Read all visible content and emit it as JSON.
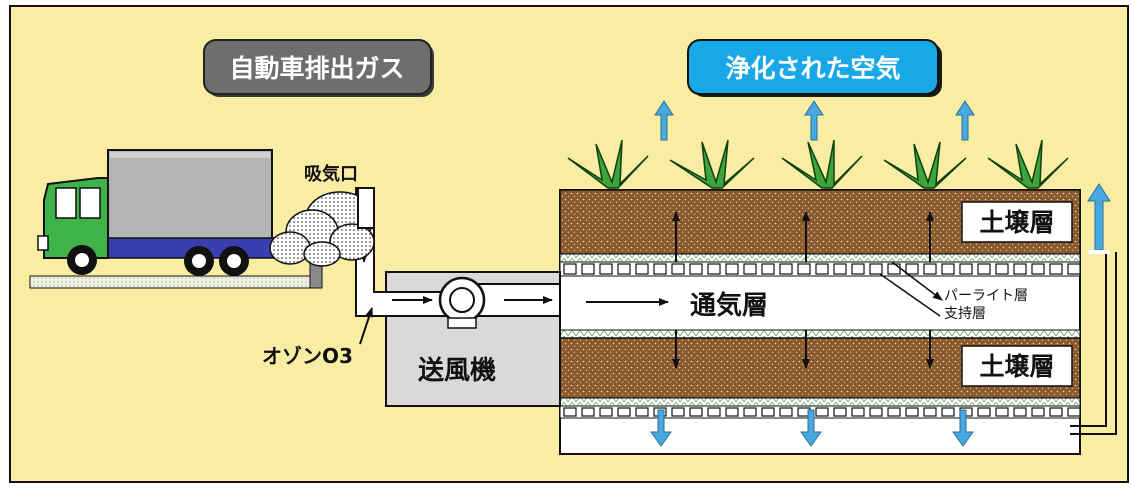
{
  "labels": {
    "exhaust": "自動車排出ガス",
    "clean_air": "浄化された空気",
    "intake": "吸気口",
    "ozone": "オゾンO3",
    "blower": "送風機",
    "aeration_layer": "通気層",
    "soil_layer_top": "土壌層",
    "soil_layer_bottom": "土壌層",
    "perlite_layer": "パーライト層",
    "support_layer": "支持層"
  },
  "colors": {
    "background": "#f9eda4",
    "soil": "#8a5a2e",
    "soil_speckle": "#e8d9b0",
    "blue_arrow": "#48a8e0",
    "exhaust_badge": "#6e6e6e",
    "clean_badge": "#18a8e8",
    "truck_cab": "#3fb34a",
    "truck_box": "#b4b4b4",
    "truck_chassis": "#3a3fb0",
    "plant": "#3da33a",
    "blower_box": "#d9d9d9"
  },
  "icons": [
    "truck-icon",
    "smoke-cloud-icon",
    "blower-fan-icon",
    "plant-icon"
  ]
}
